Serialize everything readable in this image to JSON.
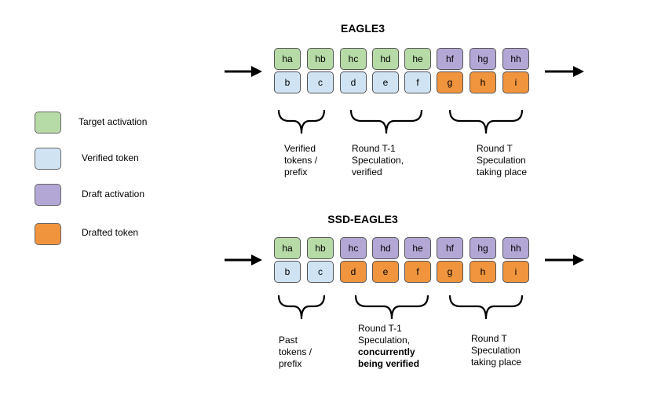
{
  "colors": {
    "target_activation": "#b7dba6",
    "verified_token": "#cfe3f3",
    "draft_activation": "#b3a7d6",
    "drafted_token": "#f0943d"
  },
  "legend": [
    {
      "label": "Target activation",
      "color_key": "target_activation"
    },
    {
      "label": "Verified token",
      "color_key": "verified_token"
    },
    {
      "label": "Draft activation",
      "color_key": "draft_activation"
    },
    {
      "label": "Drafted token",
      "color_key": "drafted_token"
    }
  ],
  "diagrams": [
    {
      "title": "EAGLE3",
      "top_row": [
        {
          "text": "ha",
          "color_key": "target_activation"
        },
        {
          "text": "hb",
          "color_key": "target_activation"
        },
        {
          "text": "hc",
          "color_key": "target_activation"
        },
        {
          "text": "hd",
          "color_key": "target_activation"
        },
        {
          "text": "he",
          "color_key": "target_activation"
        },
        {
          "text": "hf",
          "color_key": "draft_activation"
        },
        {
          "text": "hg",
          "color_key": "draft_activation"
        },
        {
          "text": "hh",
          "color_key": "draft_activation"
        }
      ],
      "bottom_row": [
        {
          "text": "b",
          "color_key": "verified_token"
        },
        {
          "text": "c",
          "color_key": "verified_token"
        },
        {
          "text": "d",
          "color_key": "verified_token"
        },
        {
          "text": "e",
          "color_key": "verified_token"
        },
        {
          "text": "f",
          "color_key": "verified_token"
        },
        {
          "text": "g",
          "color_key": "drafted_token"
        },
        {
          "text": "h",
          "color_key": "drafted_token"
        },
        {
          "text": "i",
          "color_key": "drafted_token"
        }
      ],
      "captions": [
        {
          "lines": [
            "Verified",
            "tokens /",
            "prefix"
          ],
          "bold_lines": []
        },
        {
          "lines": [
            "Round T-1",
            "Speculation,",
            "verified"
          ],
          "bold_lines": []
        },
        {
          "lines": [
            "Round T",
            "Speculation",
            "taking place"
          ],
          "bold_lines": []
        }
      ]
    },
    {
      "title": "SSD-EAGLE3",
      "top_row": [
        {
          "text": "ha",
          "color_key": "target_activation"
        },
        {
          "text": "hb",
          "color_key": "target_activation"
        },
        {
          "text": "hc",
          "color_key": "draft_activation"
        },
        {
          "text": "hd",
          "color_key": "draft_activation"
        },
        {
          "text": "he",
          "color_key": "draft_activation"
        },
        {
          "text": "hf",
          "color_key": "draft_activation"
        },
        {
          "text": "hg",
          "color_key": "draft_activation"
        },
        {
          "text": "hh",
          "color_key": "draft_activation"
        }
      ],
      "bottom_row": [
        {
          "text": "b",
          "color_key": "verified_token"
        },
        {
          "text": "c",
          "color_key": "verified_token"
        },
        {
          "text": "d",
          "color_key": "drafted_token"
        },
        {
          "text": "e",
          "color_key": "drafted_token"
        },
        {
          "text": "f",
          "color_key": "drafted_token"
        },
        {
          "text": "g",
          "color_key": "drafted_token"
        },
        {
          "text": "h",
          "color_key": "drafted_token"
        },
        {
          "text": "i",
          "color_key": "drafted_token"
        }
      ],
      "captions": [
        {
          "lines": [
            "Past",
            "tokens /",
            "prefix"
          ],
          "bold_lines": []
        },
        {
          "lines": [
            "Round T-1",
            "Speculation,",
            "concurrently",
            "being verified"
          ],
          "bold_lines": [
            2,
            3
          ]
        },
        {
          "lines": [
            "Round T",
            "Speculation",
            "taking place"
          ],
          "bold_lines": []
        }
      ]
    }
  ]
}
